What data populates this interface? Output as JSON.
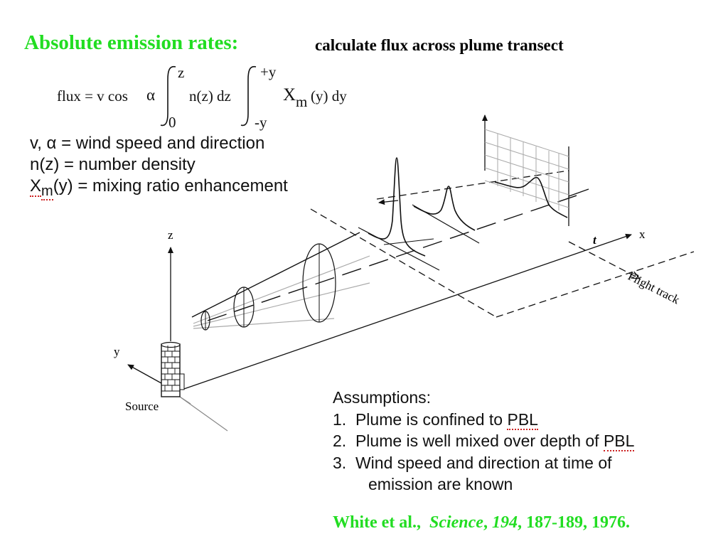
{
  "title": {
    "heading": "Absolute emission rates:",
    "subheading": "calculate flux across plume transect"
  },
  "equation": {
    "lhs": "flux = v cos",
    "alpha": "α",
    "int1_upper": "z",
    "int1_lower": "0",
    "integrand1": "n(z) dz",
    "int2_upper": "+y",
    "int2_lower": "-y",
    "xm": "X",
    "xm_sub": "m",
    "integrand2": "(y) dy"
  },
  "definitions": {
    "line1": "v, α = wind speed and direction",
    "line2": "n(z) = number density",
    "line3_x": "X",
    "line3_sub": "m",
    "line3_rest": "(y) = mixing ratio enhancement"
  },
  "diagram": {
    "z_label": "z",
    "y_label": "y",
    "x_label": "x",
    "t_label": "t",
    "source_label": "Source",
    "flight_track_label": "Flight track"
  },
  "assumptions": {
    "heading": "Assumptions:",
    "item1_num": "1.",
    "item1_a": "Plume is confined to ",
    "item1_b": "PBL",
    "item2_num": "2.",
    "item2_a": "Plume is well mixed over depth of ",
    "item2_b": "PBL",
    "item3_num": "3.",
    "item3_a": "Wind speed and direction at time of",
    "item3_b": "emission are known"
  },
  "citation": {
    "authors": "White et al.,",
    "journal": "Science",
    "volume": "194",
    "pages": ", 187-189, 1976."
  }
}
